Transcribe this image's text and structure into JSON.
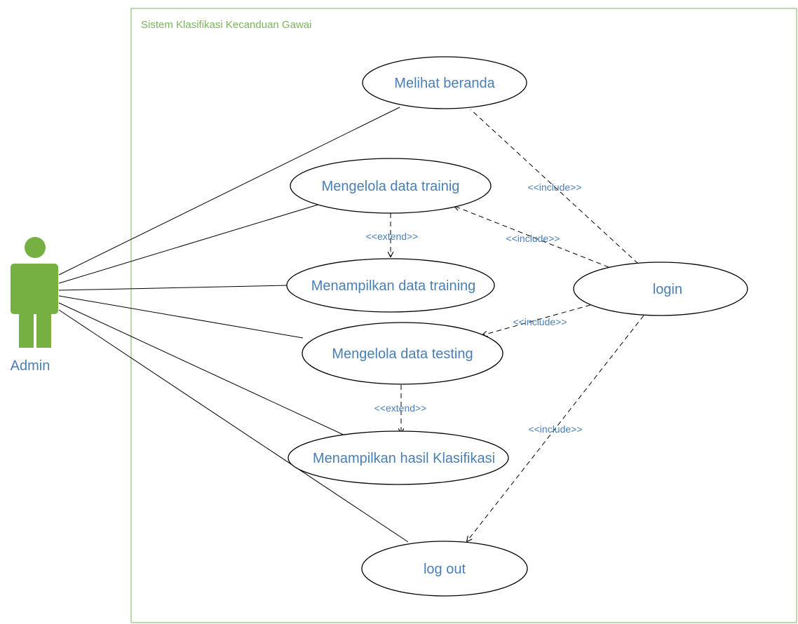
{
  "colors": {
    "boundary": "#7ab55c",
    "actor": "#76b042",
    "text": "#4a7fb5",
    "line": "#000000"
  },
  "system": {
    "title": "Sistem Klasifikasi Kecanduan Gawai"
  },
  "actor": {
    "name": "Admin",
    "icon": "actor-stick-figure-icon"
  },
  "use_cases": {
    "melihat_beranda": "Melihat beranda",
    "mengelola_training": "Mengelola data trainig",
    "menampilkan_training": "Menampilkan data training",
    "mengelola_testing": "Mengelola data testing",
    "menampilkan_hasil": "Menampilkan hasil Klasifikasi",
    "log_out": "log out",
    "login": "login"
  },
  "relations": {
    "extend_training": "<<extend>>",
    "extend_testing": "<<extend>>",
    "include_beranda": "<<include>>",
    "include_training": "<<include>>",
    "include_testing": "<<include>>",
    "include_logout": "<<include>>"
  }
}
